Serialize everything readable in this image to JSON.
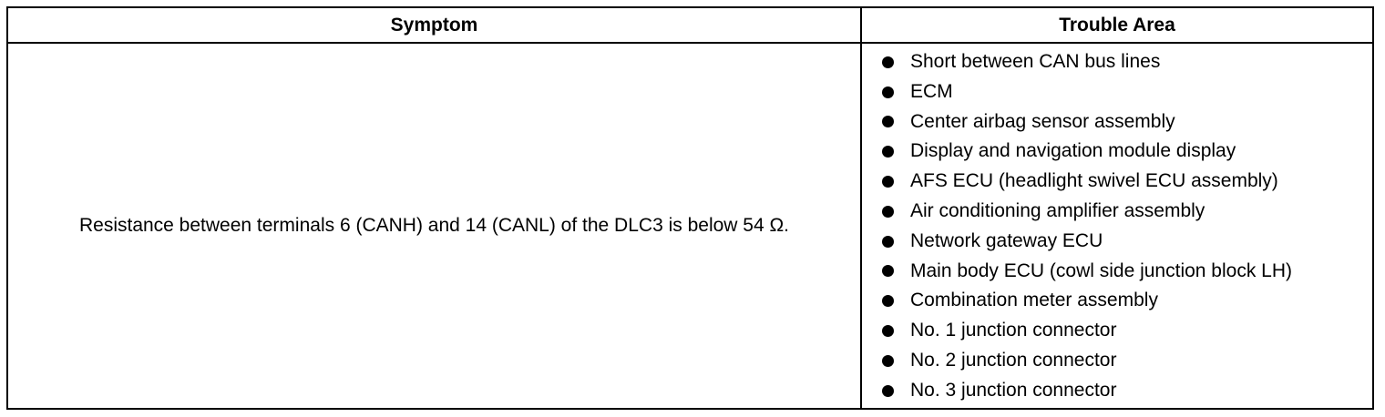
{
  "table": {
    "headers": {
      "symptom": "Symptom",
      "trouble_area": "Trouble Area"
    },
    "rows": [
      {
        "symptom": "Resistance between terminals 6 (CANH) and 14 (CANL) of the DLC3 is below 54 Ω.",
        "trouble_areas": [
          "Short between CAN bus lines",
          "ECM",
          "Center airbag sensor assembly",
          "Display and navigation module display",
          "AFS ECU (headlight swivel ECU assembly)",
          "Air conditioning amplifier assembly",
          "Network gateway ECU",
          "Main body ECU (cowl side junction block LH)",
          "Combination meter assembly",
          "No. 1 junction connector",
          "No. 2 junction connector",
          "No. 3 junction connector"
        ]
      }
    ]
  },
  "icons": {
    "bullet": "filled-circle-bullet-icon"
  }
}
